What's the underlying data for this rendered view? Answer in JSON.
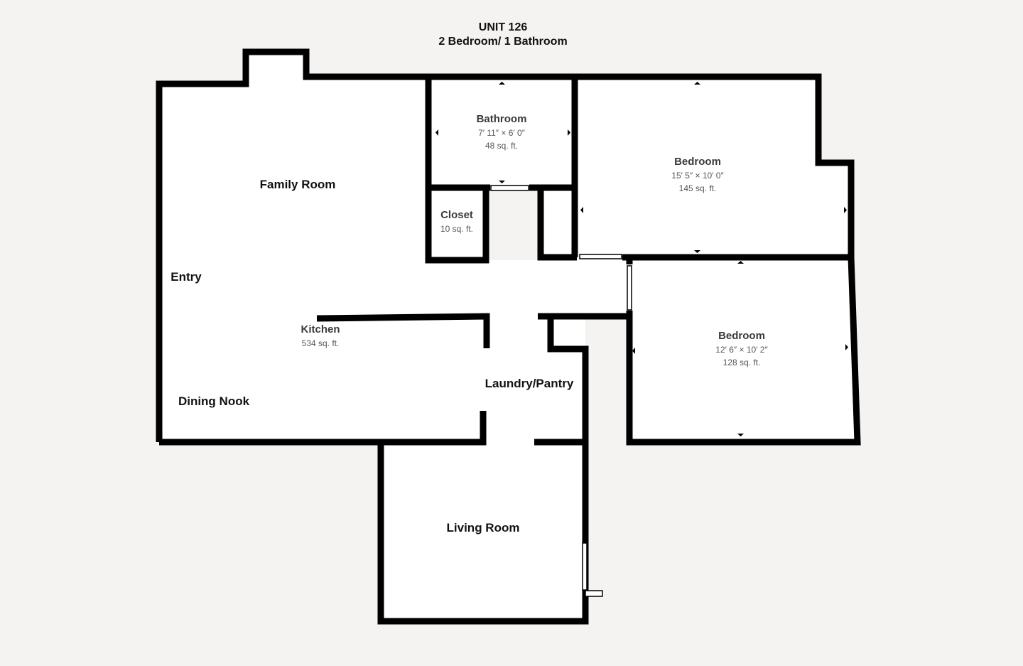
{
  "header": {
    "unit": "UNIT 126",
    "layout": "2 Bedroom/ 1 Bathroom"
  },
  "colors": {
    "background": "#f4f3f2",
    "room_fill": "#ffffff",
    "wall": "#000000",
    "label": "#111111",
    "sub_label": "#555555"
  },
  "rooms": {
    "family_room": {
      "name": "Family Room"
    },
    "entry": {
      "name": "Entry"
    },
    "kitchen": {
      "name": "Kitchen",
      "area": "534 sq. ft."
    },
    "dining_nook": {
      "name": "Dining Nook"
    },
    "bathroom": {
      "name": "Bathroom",
      "dimensions": "7′ 11″ × 6′ 0″",
      "area": "48 sq. ft."
    },
    "closet": {
      "name": "Closet",
      "area": "10 sq. ft."
    },
    "bedroom_1": {
      "name": "Bedroom",
      "dimensions": "15′ 5″ × 10′ 0″",
      "area": "145 sq. ft."
    },
    "bedroom_2": {
      "name": "Bedroom",
      "dimensions": "12′ 6″ × 10′ 2″",
      "area": "128 sq. ft."
    },
    "laundry_pantry": {
      "name": "Laundry/Pantry"
    },
    "living_room": {
      "name": "Living Room"
    }
  }
}
